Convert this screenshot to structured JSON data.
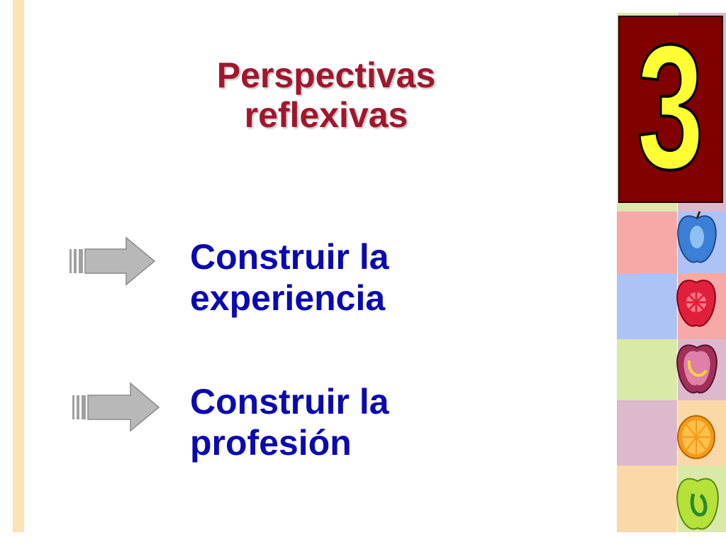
{
  "slide": {
    "title_lines": [
      "Perspectivas",
      "reflexivas"
    ],
    "badge_number": "3",
    "bullets": [
      {
        "lines": [
          "Construir la",
          "experiencia"
        ],
        "arrow_icon": "right-arrow-icon"
      },
      {
        "lines": [
          "Construir la",
          "profesión"
        ],
        "arrow_icon": "right-arrow-icon"
      }
    ]
  },
  "colors": {
    "title": "#a0172d",
    "bullet_text": "#0a0ab0",
    "badge_background": "#800000",
    "badge_number": "#ffff33",
    "left_bar": "#fbe3b3"
  },
  "decorations": {
    "fruit_icons": [
      "apple-slice-icon",
      "red-apple-slice-icon",
      "apple-half-icon",
      "orange-slice-icon",
      "green-apple-slice-icon"
    ]
  }
}
